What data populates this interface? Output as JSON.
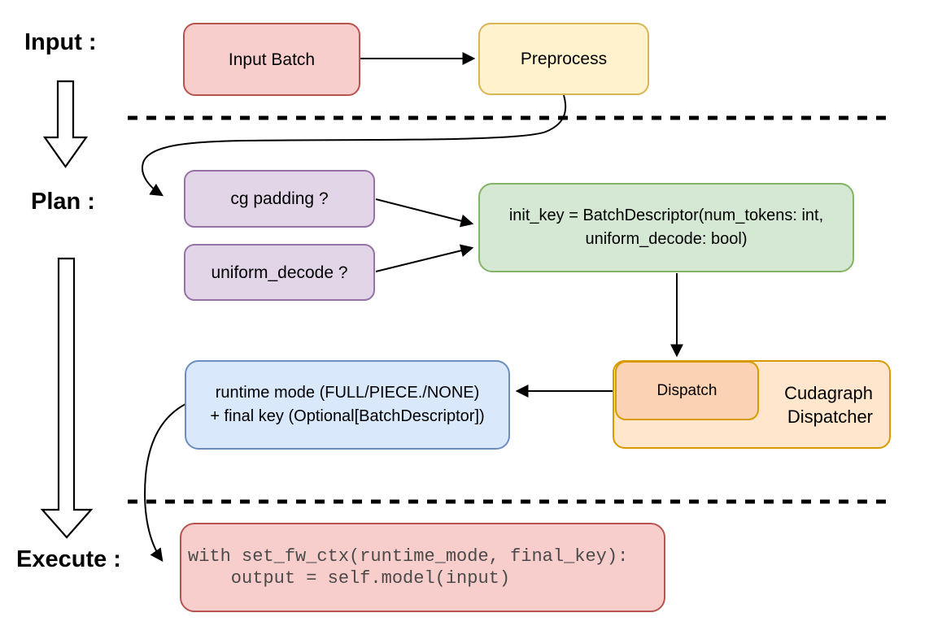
{
  "stage_labels": {
    "input": "Input :",
    "plan": "Plan :",
    "execute": "Execute :"
  },
  "nodes": {
    "input_batch": {
      "label": "Input Batch"
    },
    "preprocess": {
      "label": "Preprocess"
    },
    "cg_padding": {
      "label": "cg padding ?"
    },
    "uniform_decode": {
      "label": "uniform_decode ?"
    },
    "init_key": {
      "line1": "init_key = BatchDescriptor(num_tokens: int,",
      "line2": "uniform_decode: bool)"
    },
    "runtime_mode": {
      "line1": "runtime mode (FULL/PIECE./NONE)",
      "line2": "+ final key (Optional[BatchDescriptor])"
    },
    "dispatch": {
      "label": "Dispatch"
    },
    "cudagraph_dispatcher": {
      "line1": "Cudagraph",
      "line2": "Dispatcher"
    },
    "execute_code": {
      "line1": "with set_fw_ctx(runtime_mode, final_key):",
      "line2": "    output = self.model(input)"
    }
  },
  "palette": {
    "pink_fill": "#f8cecc",
    "pink_stroke": "#b85450",
    "yellow_fill": "#fff2cc",
    "yellow_stroke": "#d6b656",
    "purple_fill": "#e1d5e7",
    "purple_stroke": "#9673a6",
    "green_fill": "#d5e8d4",
    "green_stroke": "#82b366",
    "blue_fill": "#dae8fc",
    "blue_stroke": "#6c8ebf",
    "orange_fill": "#ffe6cc",
    "orange_inner_fill": "#fbd2b4",
    "orange_stroke": "#d79b00",
    "connector": "#000000"
  }
}
